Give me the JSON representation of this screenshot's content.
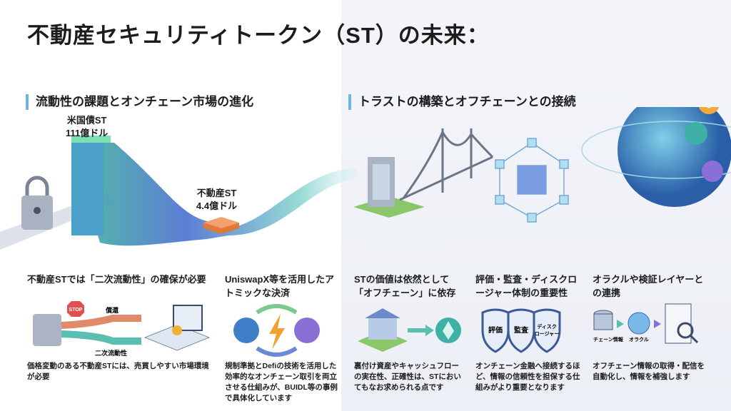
{
  "title": "不動産セキュリティトークン（ST）の未来：",
  "sections": {
    "left": "流動性の課題とオンチェーン市場の進化",
    "right": "トラストの構築とオフチェーンとの接続"
  },
  "hero": {
    "us_treasury_name": "米国債ST",
    "us_treasury_value": "111億ドル",
    "real_estate_name": "不動産ST",
    "real_estate_value": "4.4億ドル"
  },
  "cards": [
    {
      "heading": "不動産STでは「二次流動性」の確保が必要",
      "body": "価格変動のある不動産STには、売買しやすい市場環境が必要",
      "labels": {
        "stop": "STOP",
        "upper": "償還",
        "lower": "二次流動性"
      }
    },
    {
      "heading": "UniswapX等を活用したアトミックな決済",
      "body": "規制準拠とDefiの技術を活用した効率的なオンチェーン取引を両立させる仕組みが、BUIDL等の事例で具体化しています"
    },
    {
      "heading": "STの価値は依然として「オフチェーン」に依存",
      "body": "裏付け資産やキャッシュフローの実在性、正確性は、STにおいてもなお求められる点です"
    },
    {
      "heading": "評価・監査・ディスクロージャー体制の重要性",
      "body": "オンチェーン金融へ接続するほど、情報の信頼性を担保する仕組みがより重要となります",
      "labels": {
        "s1": "評価",
        "s2": "監査",
        "s3a": "ディスク",
        "s3b": "ロージャー"
      }
    },
    {
      "heading": "オラクルや検証レイヤーとの連携",
      "body": "オフチェーン情報の取得・配信を自動化し、情報を補強します",
      "labels": {
        "db": "オフチェーン情報",
        "oracle": "オラクル"
      }
    }
  ],
  "colors": {
    "accent": "#6fb6d8",
    "teal": "#3fb0a6",
    "purple": "#8a6fd6",
    "orange": "#f08a4b"
  }
}
